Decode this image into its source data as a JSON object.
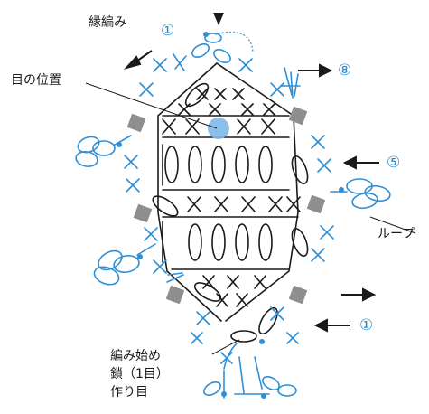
{
  "labels": {
    "edge": "縁編み",
    "stitch_position": "目の位置",
    "loop": "ループ",
    "start_lines": [
      "編み始め",
      "鎖（1目）",
      "作り目"
    ]
  },
  "row_markers": {
    "top": "①",
    "right_upper": "⑧",
    "right_middle": "⑤",
    "bottom": "①"
  },
  "colors": {
    "black": "#1a1a1a",
    "blue": "#2f8fd6",
    "marker_blue": "#1f8ed8",
    "gray_square": "#8e8e8e",
    "dot_fill": "#7eb7e6"
  }
}
